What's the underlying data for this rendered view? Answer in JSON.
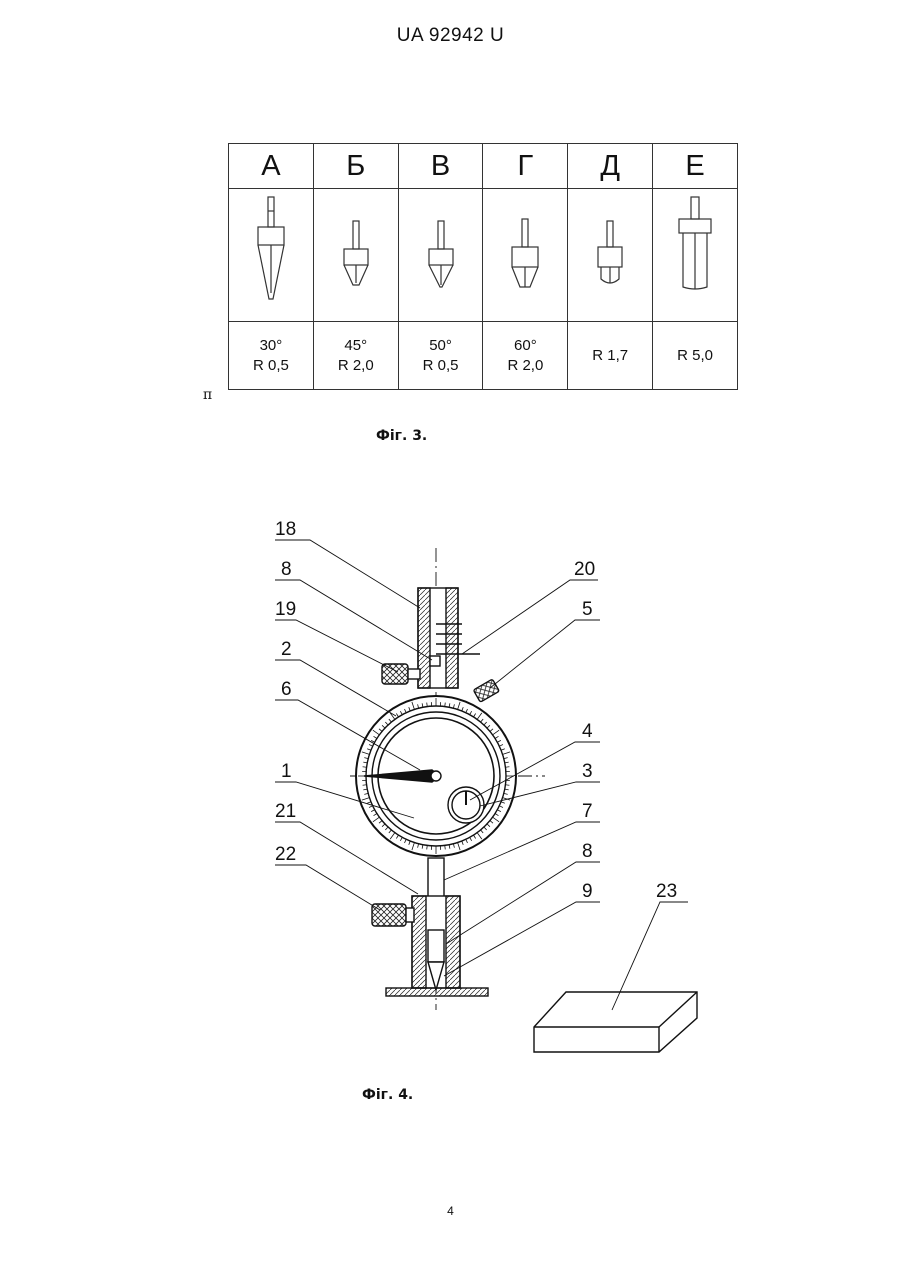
{
  "header": "UA   92942   U",
  "fig3": {
    "letters": [
      "А",
      "Б",
      "В",
      "Г",
      "Д",
      "Е"
    ],
    "angles": [
      "30°",
      "45°",
      "50°",
      "60°",
      "",
      ""
    ],
    "radii": [
      "R 0,5",
      "R 2,0",
      "R 0,5",
      "R 2,0",
      "R 1,7",
      "R 5,0"
    ],
    "caption": "Фіг. 3."
  },
  "stray_mark": "п",
  "fig4": {
    "labels": {
      "l18": "18",
      "l8a": "8",
      "l19": "19",
      "l2": "2",
      "l6": "6",
      "l1": "1",
      "l21": "21",
      "l22": "22",
      "l20": "20",
      "l5": "5",
      "l4": "4",
      "l3": "3",
      "l7": "7",
      "l8b": "8",
      "l9": "9",
      "l23": "23"
    },
    "caption": "Фіг. 4."
  },
  "page_number": "4"
}
